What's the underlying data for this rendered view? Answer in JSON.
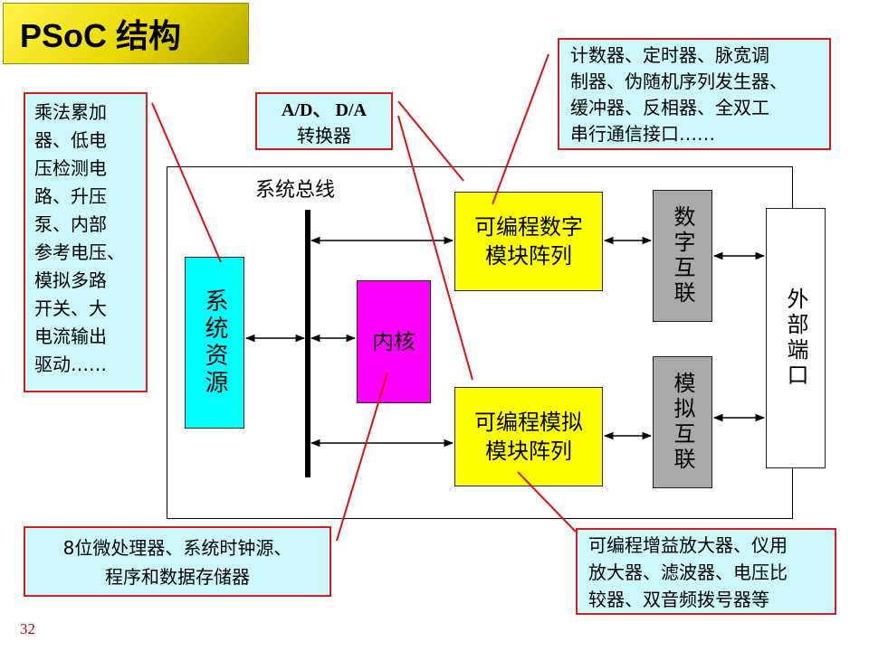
{
  "slide": {
    "title": "PSoC  结构",
    "page_number": "32"
  },
  "diagram": {
    "bus_label": "系统总线",
    "system_resources": "系统资源",
    "core": "内核",
    "digital_array": [
      "可编程数字",
      "模块阵列"
    ],
    "analog_array": [
      "可编程模拟",
      "模块阵列"
    ],
    "digital_interconnect": "数字互联",
    "analog_interconnect": "模拟互联",
    "external_port": "外部端口"
  },
  "callouts": {
    "system_resources_note": [
      "乘法累加",
      "器、低电",
      "压检测电",
      "路、升压",
      "泵、内部",
      "参考电压、",
      "模拟多路",
      "开关、大",
      "电流输出",
      "驱动……"
    ],
    "adda_note": [
      "A/D、 D/A",
      "转换器"
    ],
    "digital_note": [
      "计数器、定时器、脉宽调",
      "制器、伪随机序列发生器、",
      "缓冲器、反相器、全双工",
      "串行通信接口……"
    ],
    "core_note": [
      "8位微处理器、系统时钟源、",
      "程序和数据存储器"
    ],
    "analog_note": [
      "可编程增益放大器、仪用",
      "放大器、滤波器、电压比",
      "较器、双音频拨号器等"
    ]
  },
  "colors": {
    "title_bg": "#f0e000",
    "callout_bg": "#ccf7fb",
    "callout_border": "#d81b1b",
    "system_resources_bg": "#00ffff",
    "core_bg": "#ff00ff",
    "array_bg": "#ffff00",
    "interconnect_bg": "#aaaaaa",
    "page_number": "#c00000"
  }
}
